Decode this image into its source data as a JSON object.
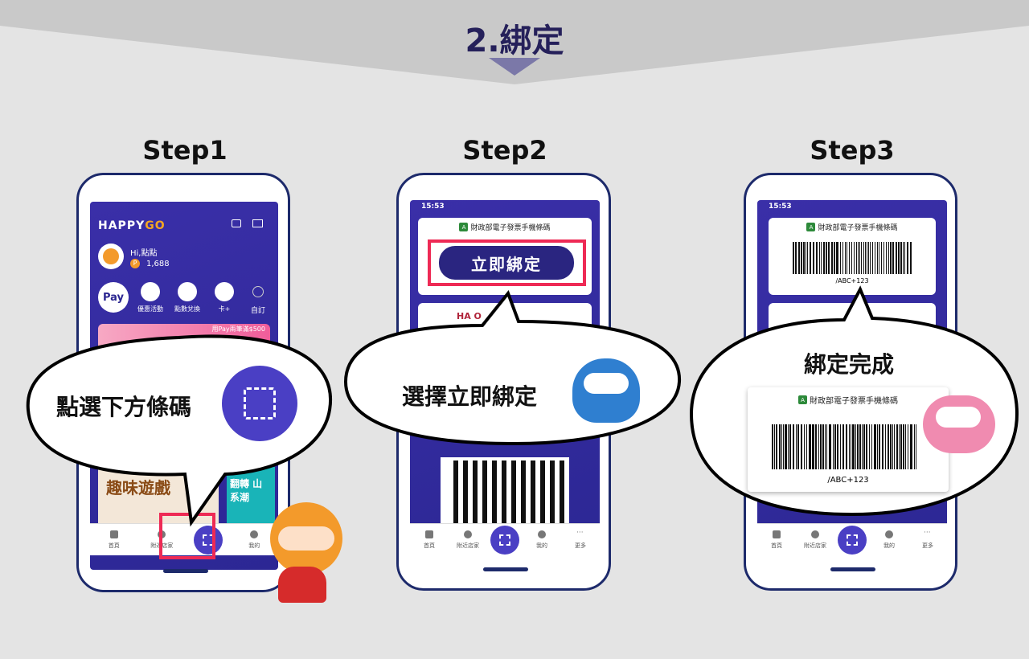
{
  "header": {
    "title": "2.綁定"
  },
  "steps": [
    {
      "label": "Step1",
      "bubble": "點選下方條碼"
    },
    {
      "label": "Step2",
      "bubble": "選擇立即綁定"
    },
    {
      "label": "Step3",
      "bubble": "綁定完成"
    }
  ],
  "app": {
    "brand_happy": "HAPPY",
    "brand_go": "GO",
    "greeting": "Hi,點點",
    "points": "1,688",
    "point_badge": "P",
    "shortcuts": [
      "優惠活動",
      "點數兌換",
      "卡+",
      "自訂"
    ],
    "pay_label": "Pay",
    "banner_text": "用Pay兩筆滿$500",
    "promo_left": "趣味遊戲",
    "promo_right": "翻轉 山系潮",
    "nav": [
      "首頁",
      "附近店家",
      "我的",
      "更多"
    ]
  },
  "status_bar": {
    "time": "15:53"
  },
  "carrier": {
    "header": "財政部電子發票手機條碼",
    "bind_button": "立即綁定",
    "code": "/ABC+123",
    "happygo_partial": "HA   O"
  },
  "colors": {
    "navy": "#25205a",
    "purple": "#4a3fc4",
    "highlight": "#ee2a55"
  }
}
